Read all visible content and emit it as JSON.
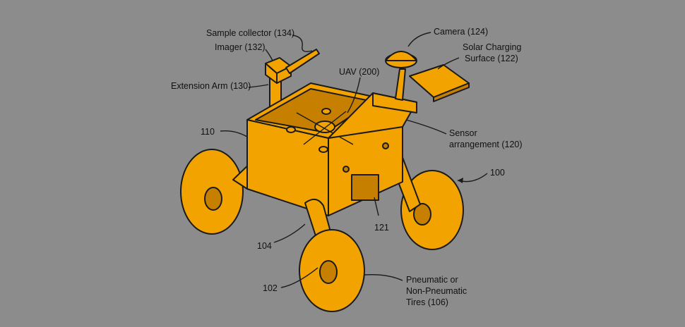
{
  "labels": {
    "sample_collector": "Sample collector (134)",
    "imager": "Imager (132)",
    "extension_arm": "Extension Arm (130)",
    "uav": "UAV (200)",
    "camera": "Camera (124)",
    "solar_line1": "Solar Charging",
    "solar_line2": "Surface (122)",
    "sensor_line1": "Sensor",
    "sensor_line2": "arrangement (120)",
    "ref_110": "110",
    "ref_100": "100",
    "ref_104": "104",
    "ref_121": "121",
    "ref_102": "102",
    "tires_line1": "Pneumatic or",
    "tires_line2": "Non-Pneumatic",
    "tires_line3": "Tires (106)"
  },
  "colors": {
    "background": "#8c8c8c",
    "body": "#f2a300",
    "outline": "#1a1a1a"
  }
}
